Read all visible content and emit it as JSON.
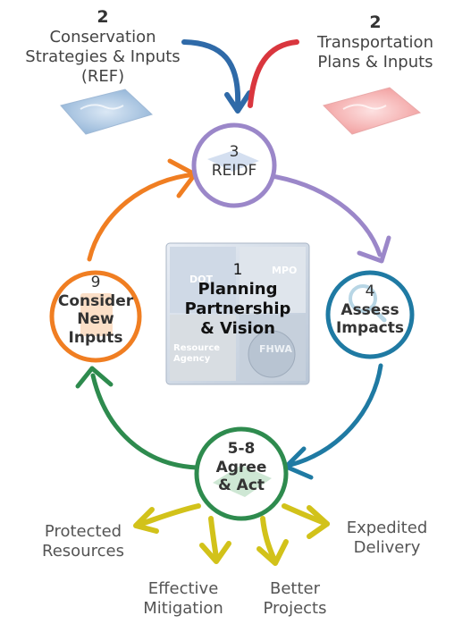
{
  "inputs": {
    "conservation": {
      "number": "2",
      "lines": [
        "Conservation",
        "Strategies & Inputs",
        "(REF)"
      ]
    },
    "transportation": {
      "number": "2",
      "lines": [
        "Transportation",
        "Plans & Inputs"
      ]
    }
  },
  "steps": {
    "reidf": {
      "number": "3",
      "label": "REIDF"
    },
    "assess": {
      "number": "4",
      "lines": [
        "Assess",
        "Impacts"
      ]
    },
    "agree": {
      "number": "5-8",
      "lines": [
        "Agree",
        "& Act"
      ]
    },
    "consider": {
      "number": "9",
      "lines": [
        "Consider",
        "New",
        "Inputs"
      ]
    }
  },
  "center": {
    "number": "1",
    "lines": [
      "Planning",
      "Partnership",
      "& Vision"
    ],
    "tiles": {
      "dot": "DOT",
      "mpo": "MPO",
      "resource": [
        "Resource",
        "Agency"
      ],
      "fhwa": "FHWA"
    }
  },
  "outcomes": {
    "protected": [
      "Protected",
      "Resources"
    ],
    "mitigation": [
      "Effective",
      "Mitigation"
    ],
    "projects": [
      "Better",
      "Projects"
    ],
    "delivery": [
      "Expedited",
      "Delivery"
    ]
  },
  "colors": {
    "conservation_arrow": "#2f6aa8",
    "transport_arrow": "#d9363e",
    "reidf": "#9b87c9",
    "assess": "#1f7aa3",
    "agree": "#2e8b4e",
    "consider": "#f07e22",
    "outcome_arrows": "#d2c21a",
    "text": "#444444"
  },
  "icons": [
    "map-icon-blue",
    "map-icon-red",
    "magnifier-icon",
    "document-icon",
    "handshake-icon"
  ]
}
